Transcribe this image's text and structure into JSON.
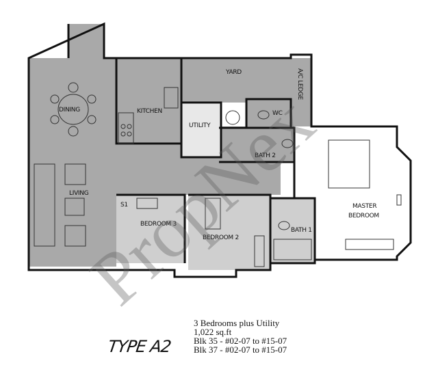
{
  "plan": {
    "rooms": {
      "dining": "DINING",
      "kitchen": "KITCHEN",
      "yard": "YARD",
      "utility": "UTILITY",
      "wc": "WC",
      "ac_ledge": "A/C LEDGE",
      "bath2": "BATH 2",
      "living": "LIVING",
      "s1": "S1",
      "bedroom3": "BEDROOM 3",
      "bedroom2": "BEDROOM 2",
      "bath1": "BATH 1",
      "master1": "MASTER",
      "master2": "BEDROOM"
    },
    "colors": {
      "shaded": "#a9a9a9",
      "light": "#cfcfcf",
      "wall": "#111111"
    }
  },
  "info": {
    "type_label": "TYPE A2",
    "description": "3 Bedrooms plus Utility",
    "area": "1,022 sq.ft",
    "blk35": "Blk 35 - #02-07 to #15-07",
    "blk37": "Blk 37 - #02-07 to #15-07"
  },
  "watermark": "PropNex"
}
